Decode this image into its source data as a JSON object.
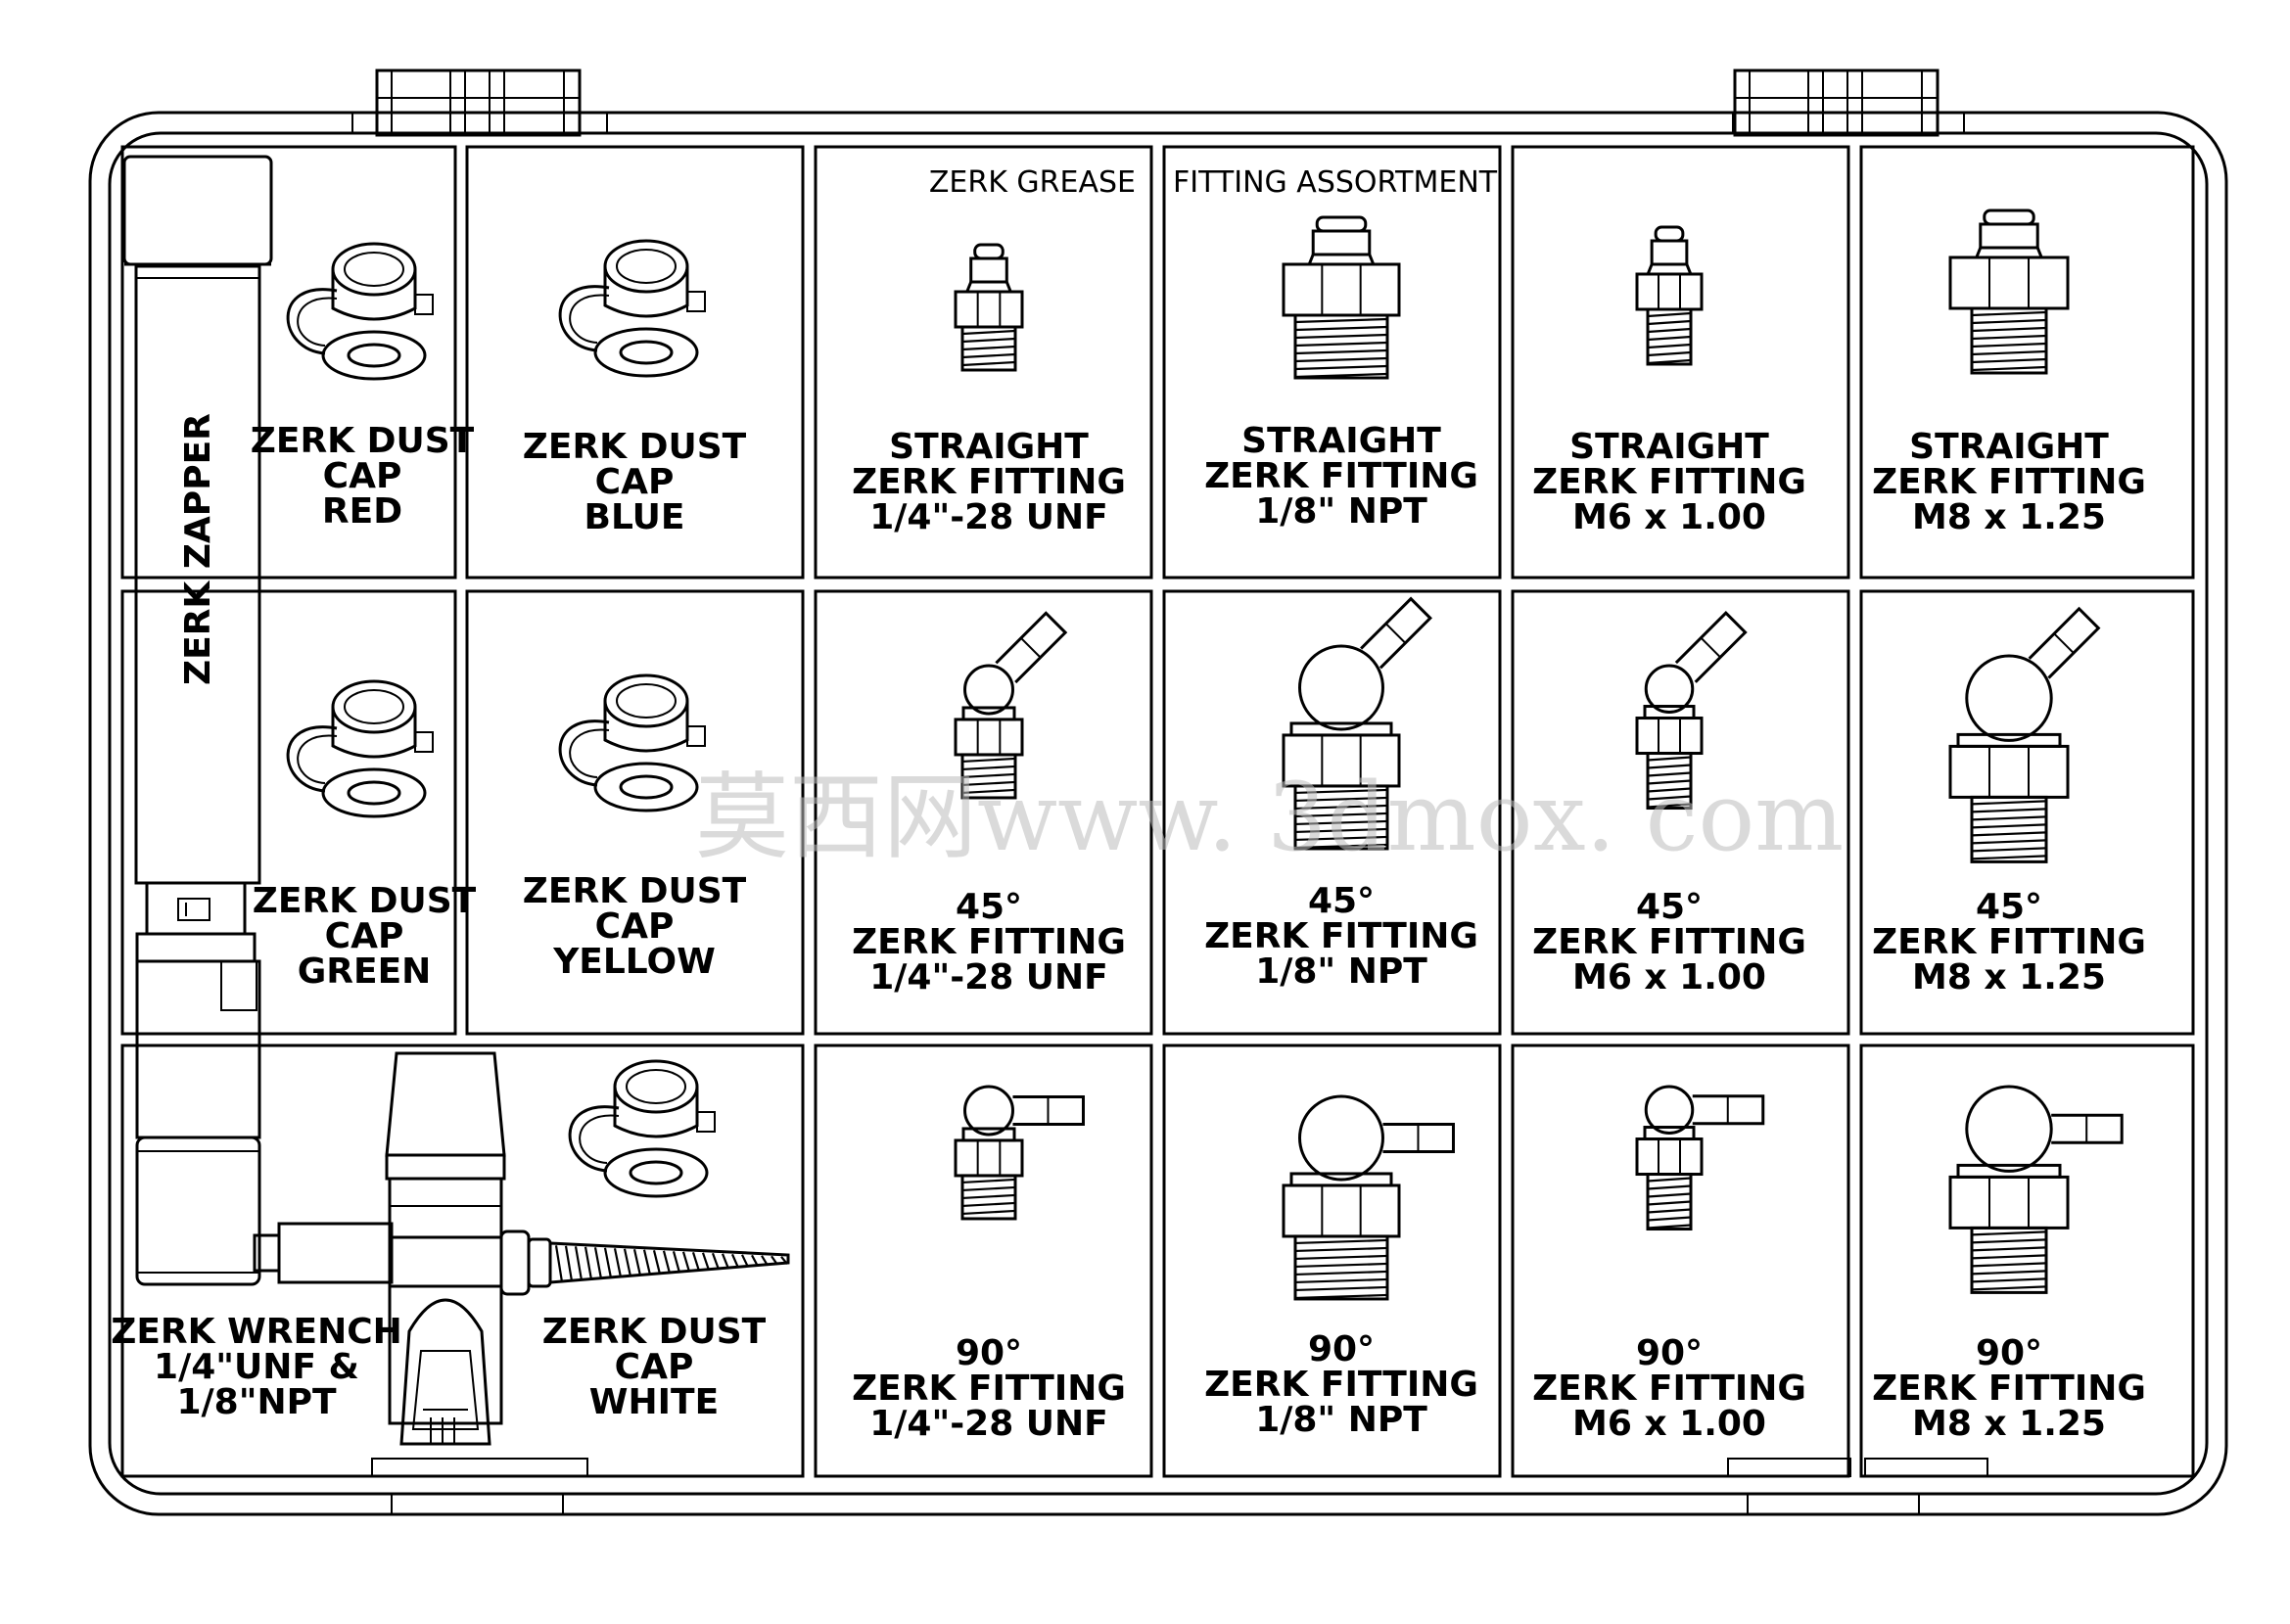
{
  "header": {
    "left": "ZERK GREASE",
    "right": "FITTING ASSORTMENT"
  },
  "tool": {
    "zapper_label": "ZERK ZAPPER"
  },
  "wrench": {
    "line1": "ZERK WRENCH",
    "line2": "1/4\"UNF &",
    "line3": "1/8\"NPT"
  },
  "caps": {
    "red": [
      "ZERK DUST",
      "CAP",
      "RED"
    ],
    "blue": [
      "ZERK DUST",
      "CAP",
      "BLUE"
    ],
    "green": [
      "ZERK DUST",
      "CAP",
      "GREEN"
    ],
    "yellow": [
      "ZERK DUST",
      "CAP",
      "YELLOW"
    ],
    "white": [
      "ZERK DUST",
      "CAP",
      "WHITE"
    ]
  },
  "fittings": {
    "straight": [
      [
        "STRAIGHT",
        "ZERK FITTING",
        "1/4\"-28 UNF"
      ],
      [
        "STRAIGHT",
        "ZERK FITTING",
        "1/8\" NPT"
      ],
      [
        "STRAIGHT",
        "ZERK FITTING",
        "M6 x 1.00"
      ],
      [
        "STRAIGHT",
        "ZERK FITTING",
        "M8 x 1.25"
      ]
    ],
    "deg45": [
      [
        "45°",
        "ZERK FITTING",
        "1/4\"-28 UNF"
      ],
      [
        "45°",
        "ZERK FITTING",
        "1/8\" NPT"
      ],
      [
        "45°",
        "ZERK FITTING",
        "M6 x 1.00"
      ],
      [
        "45°",
        "ZERK FITTING",
        "M8 x 1.25"
      ]
    ],
    "deg90": [
      [
        "90°",
        "ZERK FITTING",
        "1/4\"-28 UNF"
      ],
      [
        "90°",
        "ZERK FITTING",
        "1/8\" NPT"
      ],
      [
        "90°",
        "ZERK FITTING",
        "M6 x 1.00"
      ],
      [
        "90°",
        "ZERK FITTING",
        "M8 x 1.25"
      ]
    ]
  },
  "watermark": "莫西网www. 3dmox. com"
}
